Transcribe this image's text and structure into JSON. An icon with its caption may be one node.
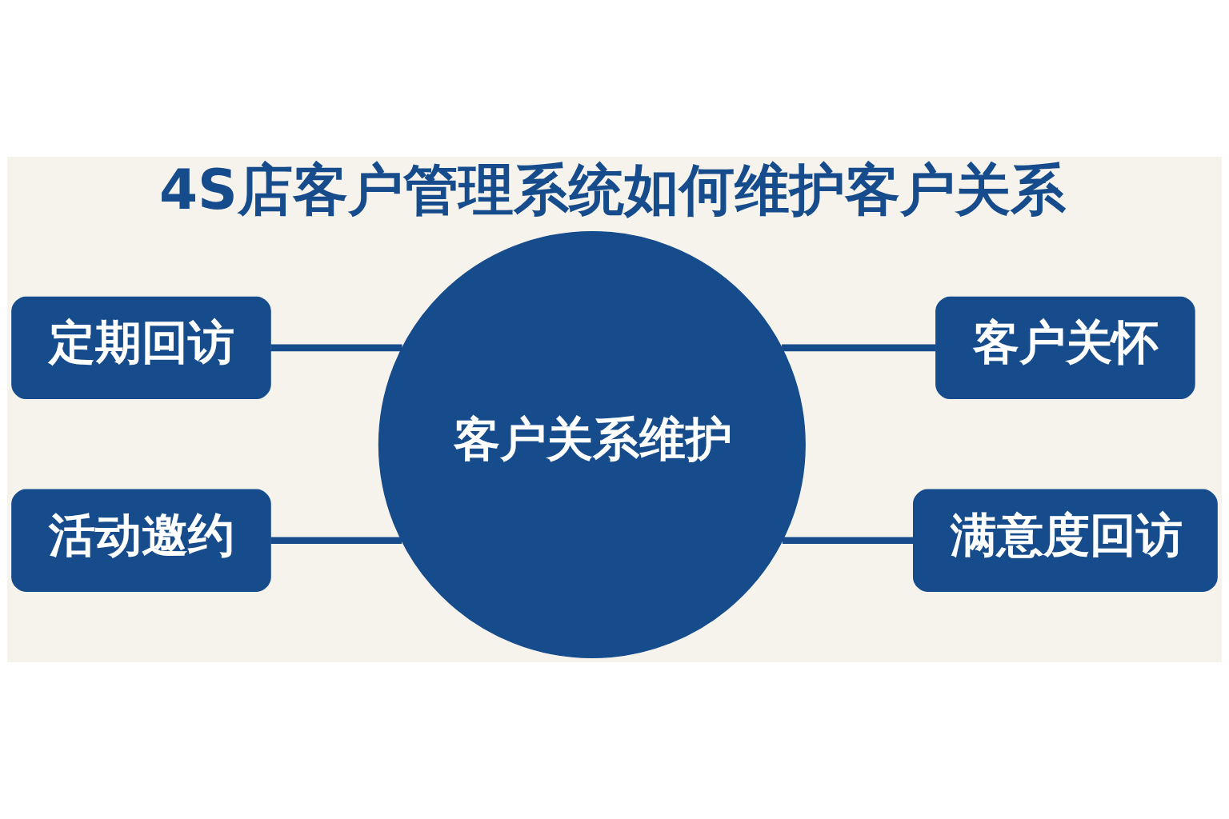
{
  "diagram": {
    "title": "4S店客户管理系统如何维护客户关系",
    "nodes": [
      {
        "text": [
          "定期回访"
        ]
      },
      {
        "text": [
          "客户关系维护"
        ]
      },
      {
        "text": [
          "客户关怀"
        ]
      },
      {
        "text": [
          "活动邀约"
        ]
      },
      {
        "text": [
          "满意度回访"
        ]
      }
    ],
    "edges": [
      {
        "from": 0,
        "to": 1,
        "arrow": "none"
      },
      {
        "from": 3,
        "to": 1,
        "arrow": "none"
      },
      {
        "from": 1,
        "to": 2,
        "arrow": "none"
      },
      {
        "from": 1,
        "to": 4,
        "arrow": "none"
      }
    ]
  }
}
